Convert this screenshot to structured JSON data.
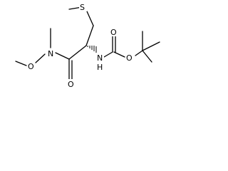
{
  "molecule": {
    "atoms": {
      "s": "S",
      "o_ether_n": "O",
      "n_amide": "N",
      "o_amide": "O",
      "n_carbamate": "N",
      "h_carbamate": "H",
      "o_carbamate_ester": "O",
      "o_carbamate_carbonyl": "O"
    }
  }
}
